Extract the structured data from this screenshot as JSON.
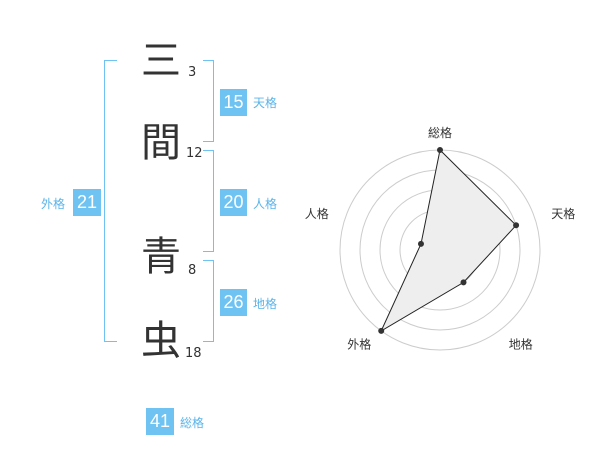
{
  "name": {
    "characters": [
      {
        "char": "三",
        "strokes": "3"
      },
      {
        "char": "間",
        "strokes": "12"
      },
      {
        "char": "青",
        "strokes": "8"
      },
      {
        "char": "虫",
        "strokes": "18"
      }
    ]
  },
  "kakusu": {
    "tenkaku": {
      "value": "15",
      "label": "天格"
    },
    "jinkaku": {
      "value": "20",
      "label": "人格"
    },
    "chikaku": {
      "value": "26",
      "label": "地格"
    },
    "gaikaku": {
      "value": "21",
      "label": "外格"
    },
    "soukaku": {
      "value": "41",
      "label": "総格"
    }
  },
  "colors": {
    "accent": "#6ec3f2",
    "accent_text": "#5ab4ea",
    "ink": "#333333",
    "fill": "#eeeeee"
  },
  "chart_data": {
    "type": "radar",
    "axes": [
      "総格",
      "天格",
      "地格",
      "外格",
      "人格"
    ],
    "values": [
      1.0,
      0.8,
      0.4,
      1.0,
      0.2
    ],
    "rings": 5
  }
}
